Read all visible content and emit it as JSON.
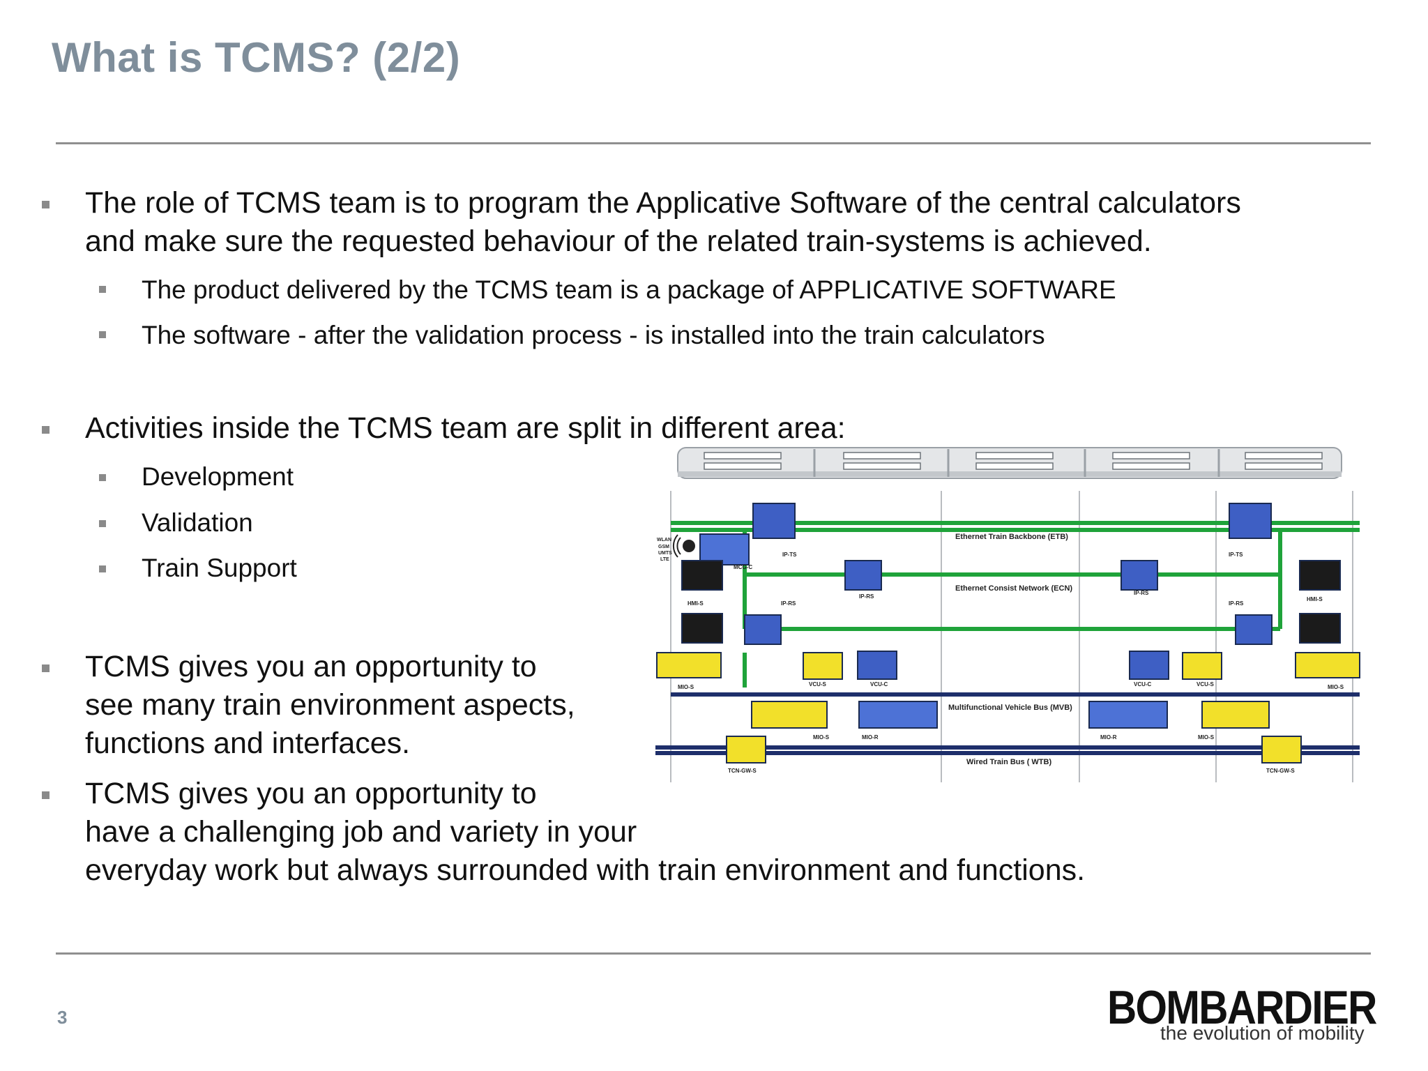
{
  "slide": {
    "title": "What is TCMS? (2/2)",
    "page_number": "3"
  },
  "bullets": [
    {
      "text_lines": [
        "The role of TCMS team is to program the Applicative Software of the central calculators",
        "and make sure the requested behaviour of the related train-systems is achieved."
      ],
      "sub": [
        "The product delivered by the TCMS team is a package of APPLICATIVE SOFTWARE",
        "The software - after the validation process - is installed into the train calculators"
      ]
    },
    {
      "text_lines": [
        "Activities inside the TCMS team are split in different area:"
      ],
      "sub": [
        "Development",
        "Validation",
        "Train Support"
      ]
    },
    {
      "text_lines": [
        "TCMS gives you an opportunity to",
        "see many train environment aspects,",
        "functions and interfaces."
      ]
    },
    {
      "text_lines": [
        "TCMS gives you an opportunity to",
        "have a challenging job and variety in your",
        "everyday work but always surrounded with train environment and functions."
      ]
    }
  ],
  "diagram": {
    "bus_labels": {
      "etb": "Ethernet Train Backbone (ETB)",
      "ecn": "Ethernet Consist Network (ECN)",
      "mvb": "Multifunctional Vehicle Bus (MVB)",
      "wtb": "Wired Train Bus ( WTB)"
    },
    "wireless_labels": [
      "WLAN",
      "GSM",
      "UMTS",
      "LTE"
    ],
    "devices": {
      "ip_ts": "IP-TS",
      "ip_rs": "IP-RS",
      "mcg_c": "MCG-C",
      "hmi_s": "HMI-S",
      "mio_s": "MIO-S",
      "mio_r": "MIO-R",
      "vcu_s": "VCU-S",
      "vcu_c": "VCU-C",
      "tcn_gw_s": "TCN-GW-S"
    }
  },
  "logo": {
    "wordmark": "BOMBARDIER",
    "tagline": "the evolution of mobility"
  },
  "colors": {
    "title": "#7f8e9b",
    "bus_green": "#1fa33a",
    "bus_navy": "#1e2f6b",
    "device_blue": "#3e5fc4",
    "device_yellow": "#f2e02a"
  }
}
